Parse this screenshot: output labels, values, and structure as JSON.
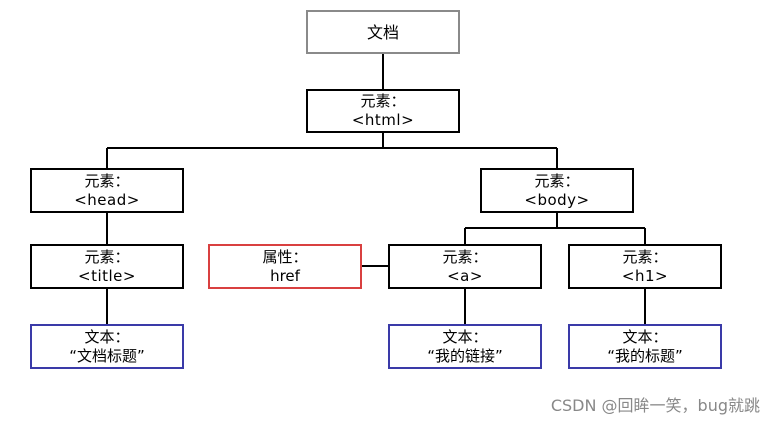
{
  "colors": {
    "document_border": "#8a8a8a",
    "element_border": "#000000",
    "attribute_border": "#d94040",
    "text_border": "#3a3aa8",
    "connector": "#000000"
  },
  "nodes": {
    "document": {
      "label": "文档"
    },
    "html": {
      "kind": "元素：",
      "value": "<html>"
    },
    "head": {
      "kind": "元素：",
      "value": "<head>"
    },
    "body": {
      "kind": "元素：",
      "value": "<body>"
    },
    "title": {
      "kind": "元素：",
      "value": "<title>"
    },
    "href": {
      "kind": "属性：",
      "value": "href"
    },
    "a": {
      "kind": "元素：",
      "value": "<a>"
    },
    "h1": {
      "kind": "元素：",
      "value": "<h1>"
    },
    "title_text": {
      "kind": "文本：",
      "value": "“文档标题”"
    },
    "a_text": {
      "kind": "文本：",
      "value": "“我的链接”"
    },
    "h1_text": {
      "kind": "文本：",
      "value": "“我的标题”"
    }
  },
  "watermark": "CSDN @回眸一笑，bug就跳"
}
